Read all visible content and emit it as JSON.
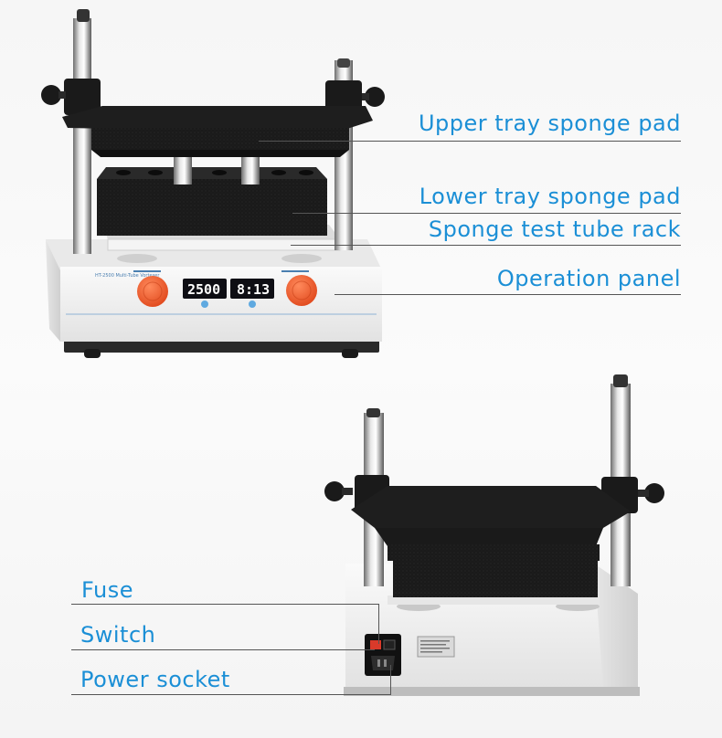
{
  "labels": {
    "upper_tray": "Upper tray sponge pad",
    "lower_tray": "Lower tray sponge pad",
    "tube_rack": "Sponge test tube rack",
    "operation_panel": "Operation panel",
    "fuse": "Fuse",
    "switch": "Switch",
    "power_socket": "Power socket"
  },
  "displays": {
    "speed": "2500",
    "timer": "8:13"
  },
  "colors": {
    "label_text": "#1b8fd6",
    "knob_orange": "#ef5a2c",
    "tray_black": "#1e1e1e",
    "body_white": "#f2f2f2"
  }
}
